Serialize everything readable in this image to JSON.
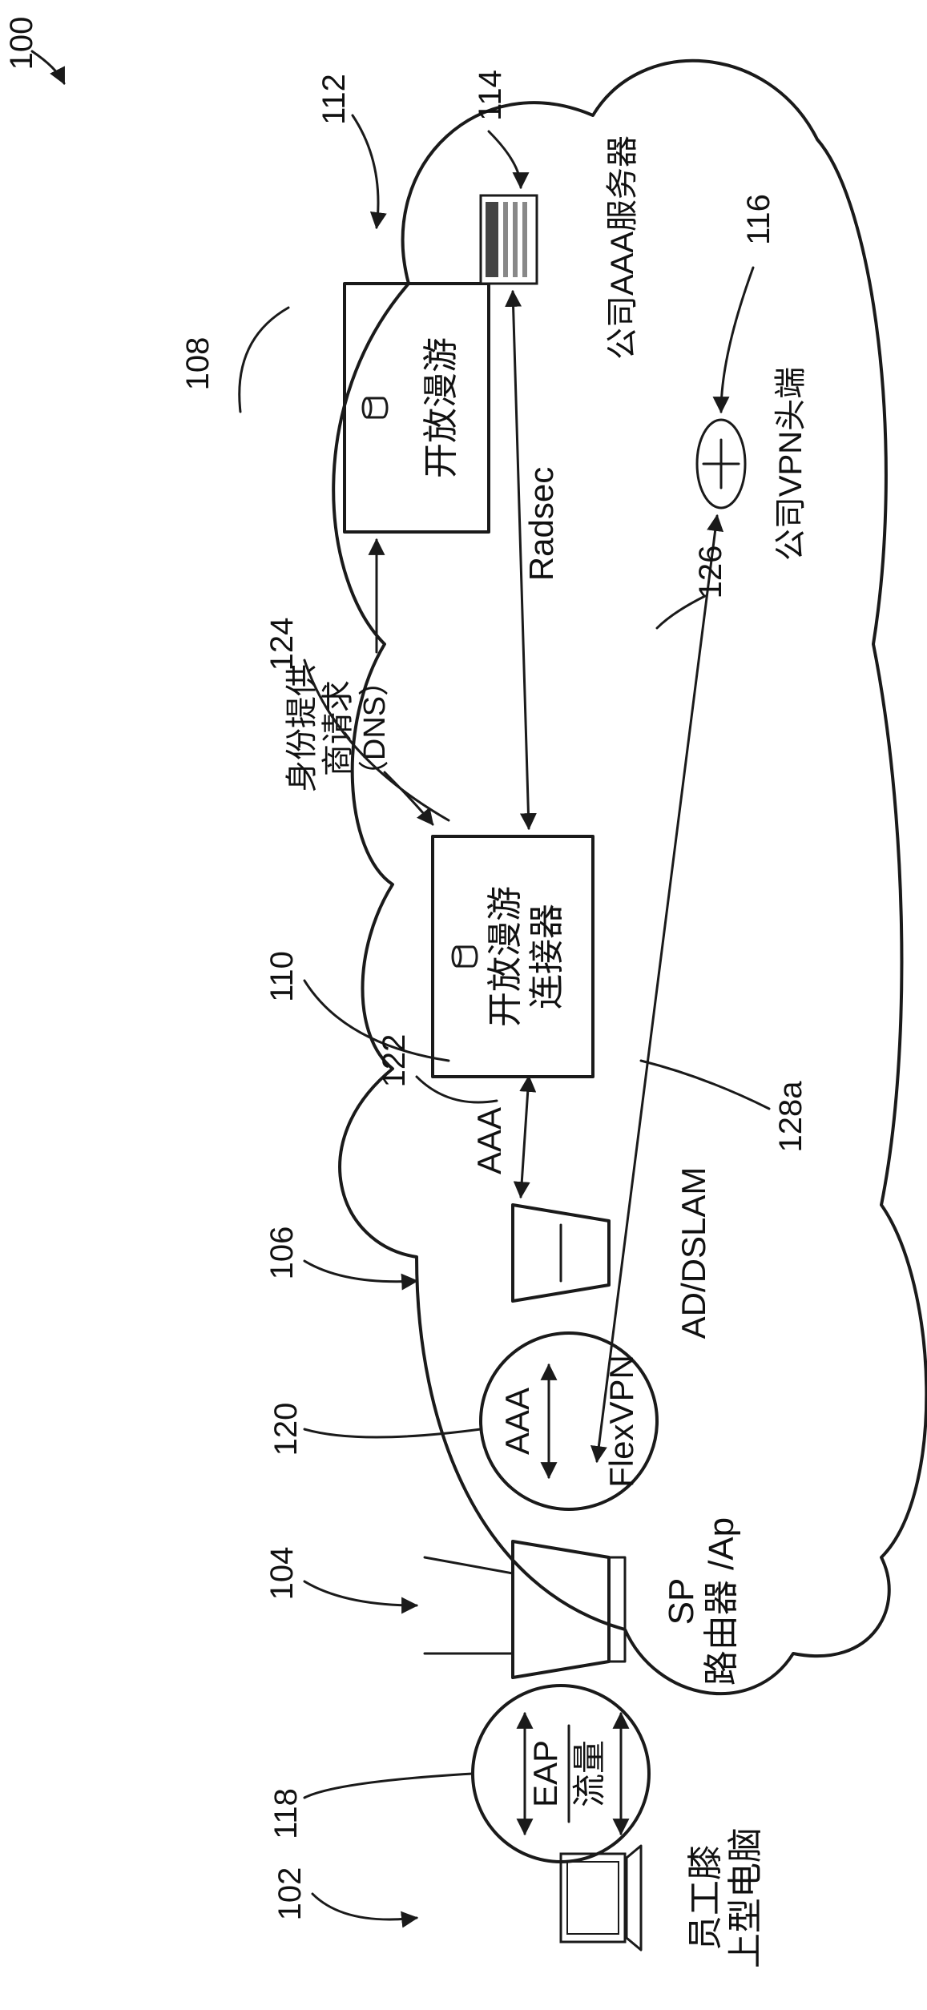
{
  "figure_ref": "100",
  "labels": {
    "ref_102": "102",
    "ref_104": "104",
    "ref_106": "106",
    "ref_108": "108",
    "ref_110": "110",
    "ref_112": "112",
    "ref_114": "114",
    "ref_116": "116",
    "ref_118": "118",
    "ref_120": "120",
    "ref_122": "122",
    "ref_124": "124",
    "ref_126": "126",
    "ref_128a": "128a"
  },
  "nodes": {
    "laptop": {
      "line1": "员工膝",
      "line2": "上型电脑"
    },
    "router": {
      "line1": "SP",
      "line2": "路由器 /Ap"
    },
    "dslam": {
      "label": "AD/DSLAM"
    },
    "connector": {
      "line1": "开放漫游",
      "line2": "连接器"
    },
    "open_roaming": {
      "label": "开放漫游"
    },
    "aaa_server": {
      "label": "公司AAA服务器"
    },
    "vpn_headend": {
      "label": "公司VPN头端"
    }
  },
  "bubbles": {
    "eap": {
      "top": "EAP",
      "bottom": "流量"
    },
    "flex": {
      "top": "AAA",
      "bottom": "FlexVPN"
    }
  },
  "links": {
    "aaa": "AAA",
    "radsec": "Radsec",
    "idp_line1": "身份提供",
    "idp_line2": "商请求",
    "idp_line3": "（DNS）"
  }
}
